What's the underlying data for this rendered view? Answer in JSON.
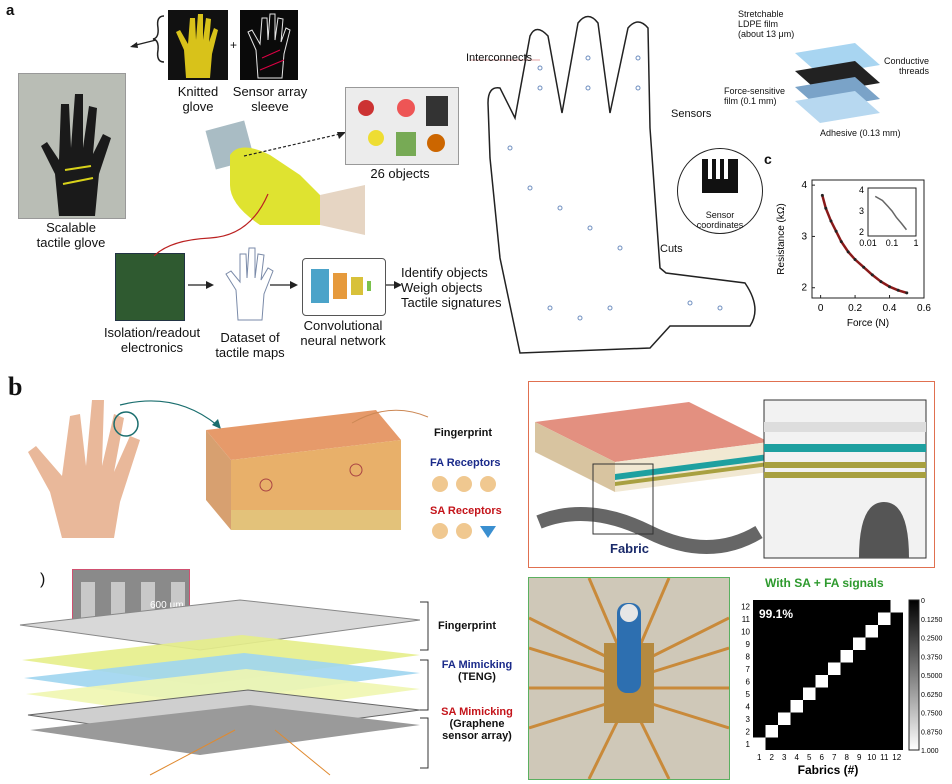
{
  "panel_a": {
    "letter": "a",
    "knitted_glove": "Knitted\nglove",
    "sensor_sleeve": "Sensor array\nsleeve",
    "plus": "+",
    "scalable_glove": "Scalable\ntactile glove",
    "objects": "26 objects",
    "isolation": "Isolation/readout\nelectronics",
    "dataset": "Dataset of\ntactile maps",
    "cnn": "Convolutional\nneural network",
    "outputs": [
      "Identify objects",
      "Weigh objects",
      "Tactile signatures"
    ],
    "interconnects": "Interconnects",
    "sensors": "Sensors",
    "cuts": "Cuts",
    "sensor_coordinates": "Sensor\ncoordinates",
    "stretchable_film": "Stretchable\nLDPE film\n(about 13 μm)",
    "conductive_threads": "Conductive\nthreads",
    "force_film": "Force-sensitive\nfilm (0.1 mm)",
    "adhesive": "Adhesive (0.13 mm)"
  },
  "panel_c": {
    "letter": "c",
    "chart_data": {
      "type": "scatter",
      "xlabel": "Force (N)",
      "ylabel": "Resistance (kΩ)",
      "x_ticks": [
        "0",
        "0.2",
        "0.4",
        "0.6"
      ],
      "y_ticks": [
        "2",
        "3",
        "4"
      ],
      "xlim": [
        -0.05,
        0.6
      ],
      "ylim": [
        1.8,
        4.1
      ],
      "series": [
        {
          "x": [
            0.01,
            0.03,
            0.06,
            0.09,
            0.12,
            0.16,
            0.2,
            0.25,
            0.3,
            0.35,
            0.4,
            0.45,
            0.5
          ],
          "y": [
            3.8,
            3.55,
            3.3,
            3.1,
            2.9,
            2.7,
            2.55,
            2.4,
            2.25,
            2.12,
            2.02,
            1.95,
            1.9
          ]
        }
      ],
      "inset": {
        "y_ticks": [
          "4",
          "3",
          "2"
        ],
        "x_ticks": [
          "0.01",
          "0.1",
          "1"
        ],
        "x": [
          0.02,
          0.04,
          0.07,
          0.1,
          0.15,
          0.25,
          0.4
        ],
        "y": [
          3.7,
          3.5,
          3.2,
          3.0,
          2.7,
          2.4,
          2.1
        ]
      }
    }
  },
  "panel_b": {
    "letter": "b",
    "fingerprint": "Fingerprint",
    "fa_receptors": "FA Receptors",
    "sa_receptors": "SA Receptors",
    "fabric": "Fabric",
    "scale": "600 μm",
    "layer_fingerprint": "Fingerprint",
    "fa_mimicking": "FA Mimicking",
    "teng": "(TENG)",
    "sa_mimicking": "SA Mimicking",
    "graphene": "(Graphene\nsensor array)",
    "paren": ")"
  },
  "heatmap": {
    "chart_data": {
      "type": "heatmap",
      "title": "With SA + FA signals",
      "accuracy": "99.1%",
      "xlabel": "Fabrics (#)",
      "categories": [
        "1",
        "2",
        "3",
        "4",
        "5",
        "6",
        "7",
        "8",
        "9",
        "10",
        "11",
        "12"
      ],
      "colorbar_ticks": [
        "0",
        "0.1250",
        "0.2500",
        "0.3750",
        "0.5000",
        "0.6250",
        "0.7500",
        "0.8750",
        "1.000"
      ],
      "diagonal_value": 1.0
    },
    "title_color": "#2e9a2e"
  }
}
